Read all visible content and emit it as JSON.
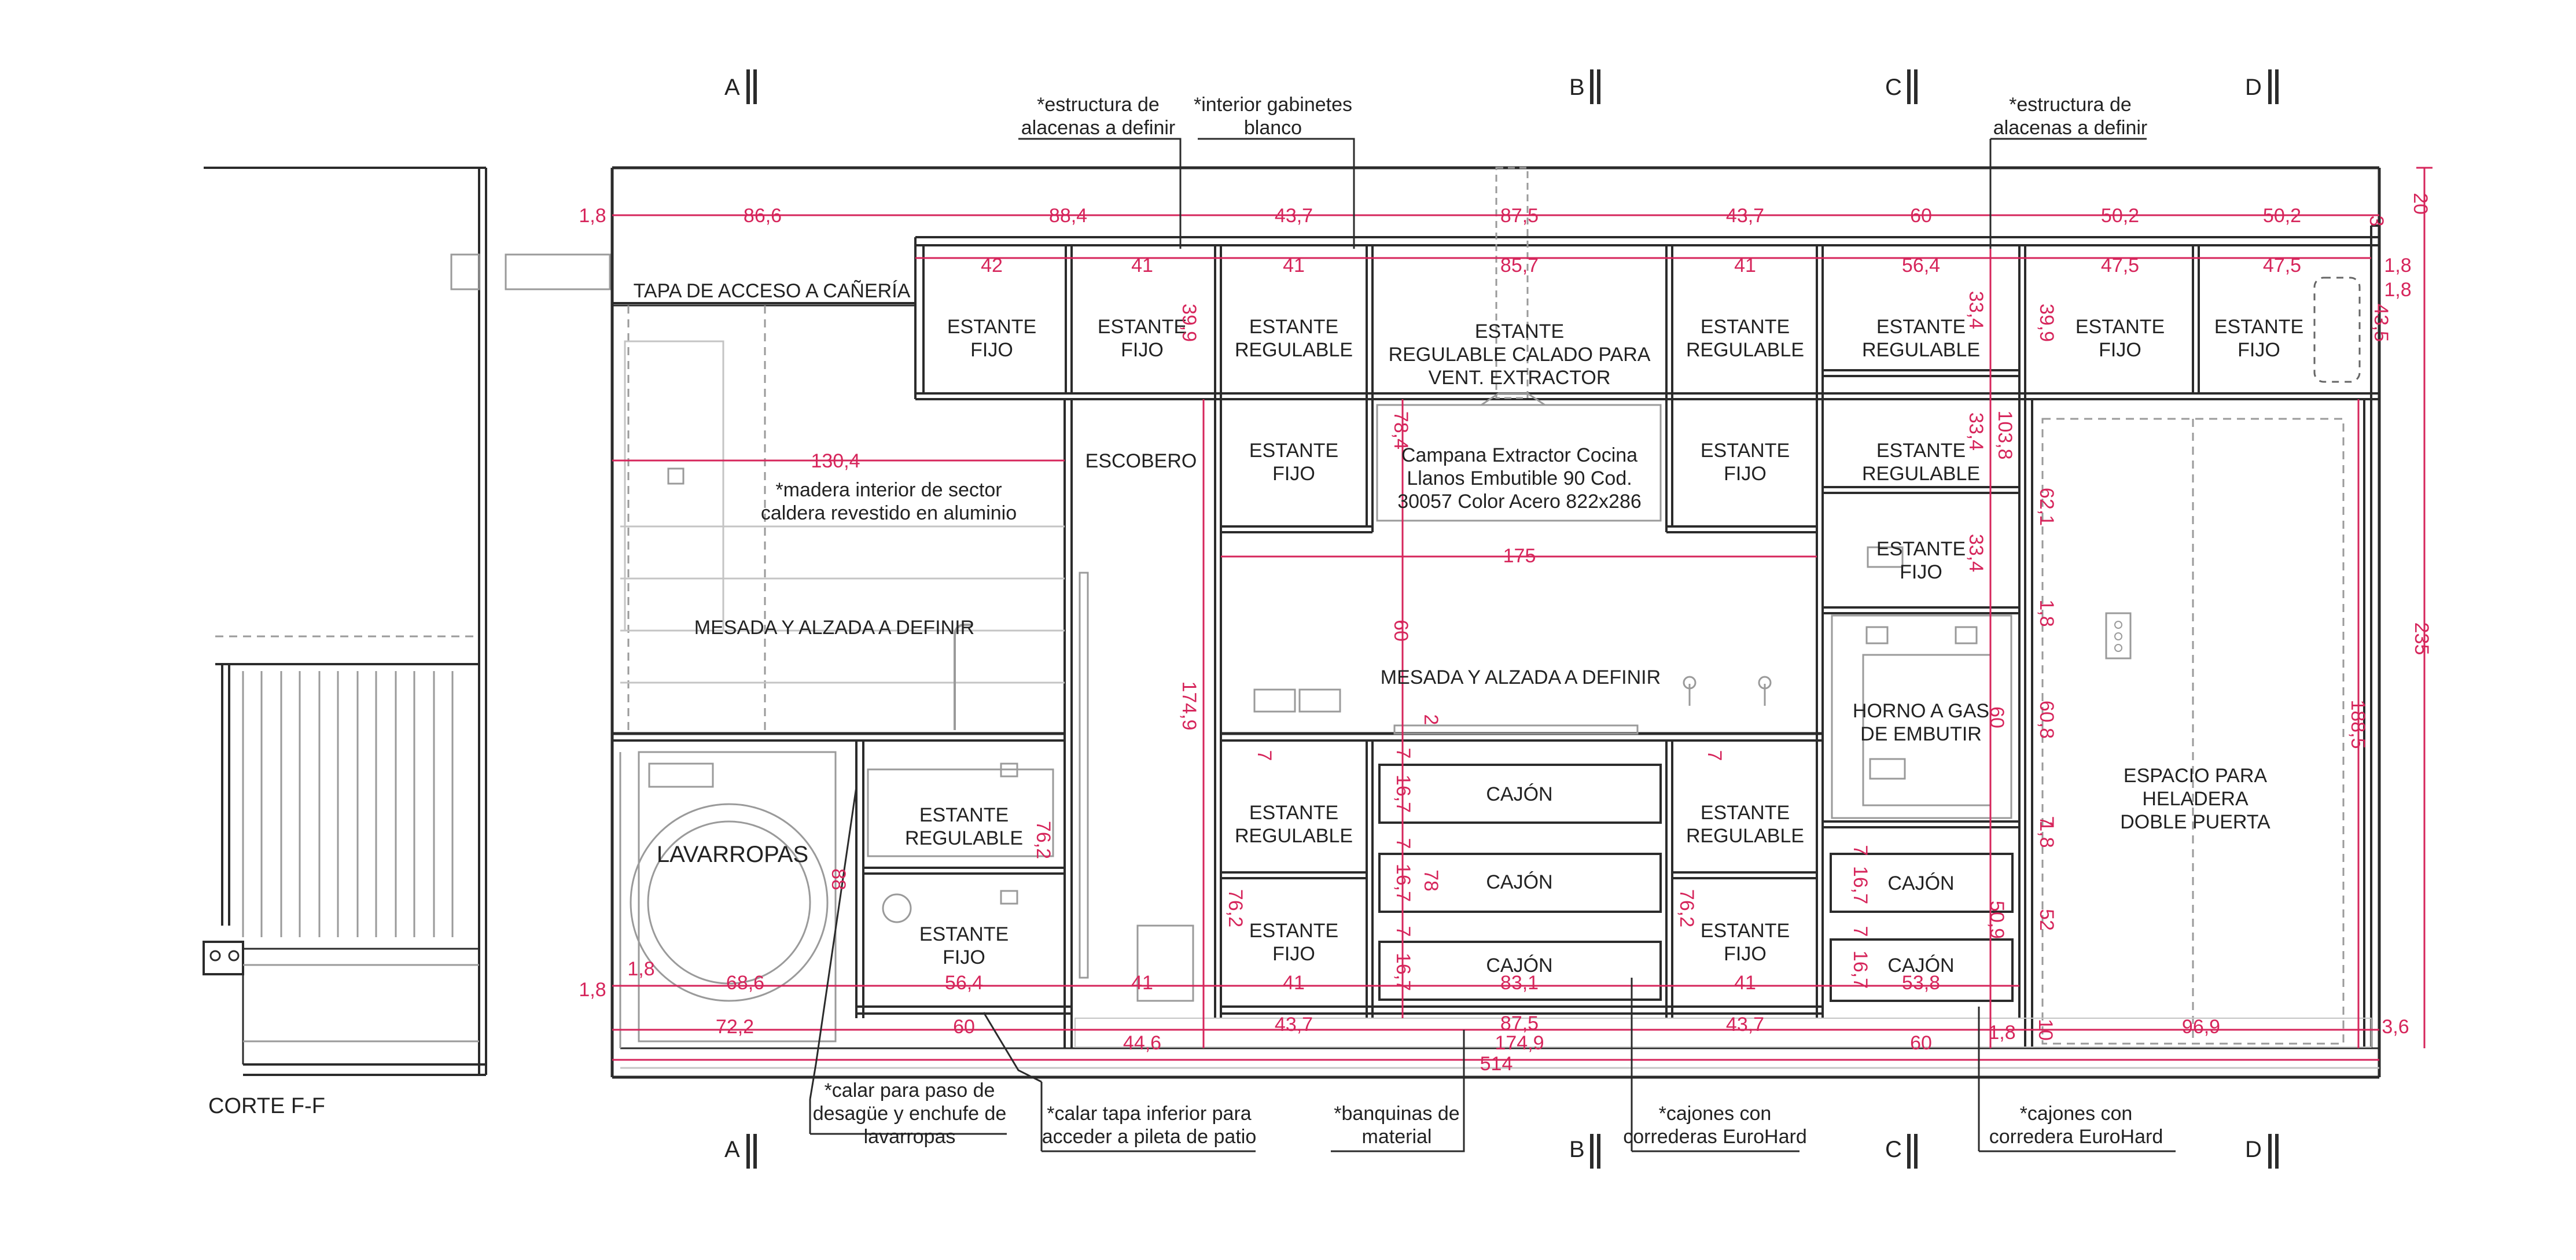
{
  "sections": {
    "a_top": "A",
    "b_top": "B",
    "c_top": "C",
    "d_top": "D",
    "a_bot": "A",
    "b_bot": "B",
    "c_bot": "C",
    "d_bot": "D",
    "cut": "CORTE F-F"
  },
  "notes": {
    "n1a": "*estructura de",
    "n1b": "alacenas a definir",
    "n2a": "*interior gabinetes",
    "n2b": "blanco",
    "n3a": "*estructura de",
    "n3b": "alacenas a definir",
    "b1a": "*calar para paso de",
    "b1b": "desagüe y enchufe de",
    "b1c": "lavarropas",
    "b2a": "*calar tapa inferior para",
    "b2b": "acceder a pileta de patio",
    "b3a": "*banquinas de",
    "b3b": "material",
    "b4a": "*cajones con",
    "b4b": "correderas EuroHard",
    "b5a": "*cajones con",
    "b5b": "corredera EuroHard"
  },
  "labels": {
    "tapa": "TAPA DE  ACCESO A CAÑERÍA",
    "u1a": "ESTANTE",
    "u1b": "FIJO",
    "u2a": "ESTANTE",
    "u2b": "FIJO",
    "u3a": "ESTANTE",
    "u3b": "REGULABLE",
    "u4a": "ESTANTE",
    "u4b": "REGULABLE CALADO PARA",
    "u4c": "VENT. EXTRACTOR",
    "u5a": "ESTANTE",
    "u5b": "REGULABLE",
    "u6a": "ESTANTE",
    "u6b": "REGULABLE",
    "u7a": "ESTANTE",
    "u7b": "FIJO",
    "u8a": "ESTANTE",
    "u8b": "FIJO",
    "m1a": "ESTANTE",
    "m1b": "FIJO",
    "m2a": "ESTANTE",
    "m2b": "FIJO",
    "m3a": "ESTANTE",
    "m3b": "REGULABLE",
    "m4a": "ESTANTE",
    "m4b": "FIJO",
    "campana1": "Campana Extractor Cocina",
    "campana2": "Llanos Embutible 90 Cod.",
    "campana3": "30057 Color Acero 822x286",
    "madera1": "*madera interior de sector",
    "madera2": "caldera revestido en aluminio",
    "escobero": "ESCOBERO",
    "mesada1": "MESADA Y ALZADA A DEFINIR",
    "mesada2": "MESADA Y ALZADA A DEFINIR",
    "horno1": "HORNO A GAS",
    "horno2": "DE EMBUTIR",
    "lavarropas": "LAVARROPAS",
    "l1a": "ESTANTE",
    "l1b": "REGULABLE",
    "l2a": "ESTANTE",
    "l2b": "FIJO",
    "l3a": "ESTANTE",
    "l3b": "REGULABLE",
    "l4a": "ESTANTE",
    "l4b": "FIJO",
    "l5a": "ESTANTE",
    "l5b": "REGULABLE",
    "l6a": "ESTANTE",
    "l6b": "FIJO",
    "cajon1": "CAJÓN",
    "cajon2": "CAJÓN",
    "cajon3": "CAJÓN",
    "cajon4": "CAJÓN",
    "cajon5": "CAJÓN",
    "heladera1": "ESPACIO PARA",
    "heladera2": "HELADERA",
    "heladera3": "DOBLE PUERTA"
  },
  "dims": {
    "t1": "1,8",
    "t2": "86,6",
    "t3": "88,4",
    "t4": "43,7",
    "t5": "87,5",
    "t6": "43,7",
    "t7": "60",
    "t8": "50,2",
    "t9": "50,2",
    "t10": "20",
    "s1": "42",
    "s2": "41",
    "s3": "41",
    "s4": "85,7",
    "s5": "41",
    "s6": "56,4",
    "s7": "47,5",
    "s8": "47,5",
    "s9": "1,8",
    "s10": "1,8",
    "v1": "39,9",
    "v2": "33,4",
    "v3": "39,9",
    "v4": "43,5",
    "v5": "3",
    "h1": "130,4",
    "v6": "78,4",
    "v7": "103,8",
    "v8": "33,4",
    "v9": "62,1",
    "v10": "33,4",
    "h2": "175",
    "v11": "174,9",
    "v12": "60",
    "v13": "1,8",
    "v14": "60",
    "v15": "60,8",
    "v16": "188,5",
    "v17": "235",
    "v18": "2",
    "d1": "7",
    "d2": "7",
    "d3": "16,7",
    "d4": "7",
    "d5": "16,7",
    "d6": "7",
    "d7": "16,7",
    "d8": "7",
    "d9": "7",
    "d10": "7",
    "d11": "16,7",
    "d12": "7",
    "d13": "16,7",
    "v19": "88",
    "v20": "76,2",
    "v21": "76,2",
    "v22": "78",
    "v23": "76,2",
    "v24": "1,8",
    "v25": "52",
    "v26": "50,9",
    "b1": "1,8",
    "b2": "1,8",
    "b3": "68,6",
    "b4": "56,4",
    "b5": "41",
    "b6": "41",
    "b7": "83,1",
    "b8": "41",
    "b9": "53,8",
    "f1": "72,2",
    "f2": "60",
    "f3": "44,6",
    "f4": "43,7",
    "f5": "87,5",
    "f6": "43,7",
    "f7": "174,9",
    "f8": "60",
    "f9": "1,8",
    "f10": "10",
    "f11": "96,9",
    "f12": "3,6",
    "f13": "514"
  }
}
